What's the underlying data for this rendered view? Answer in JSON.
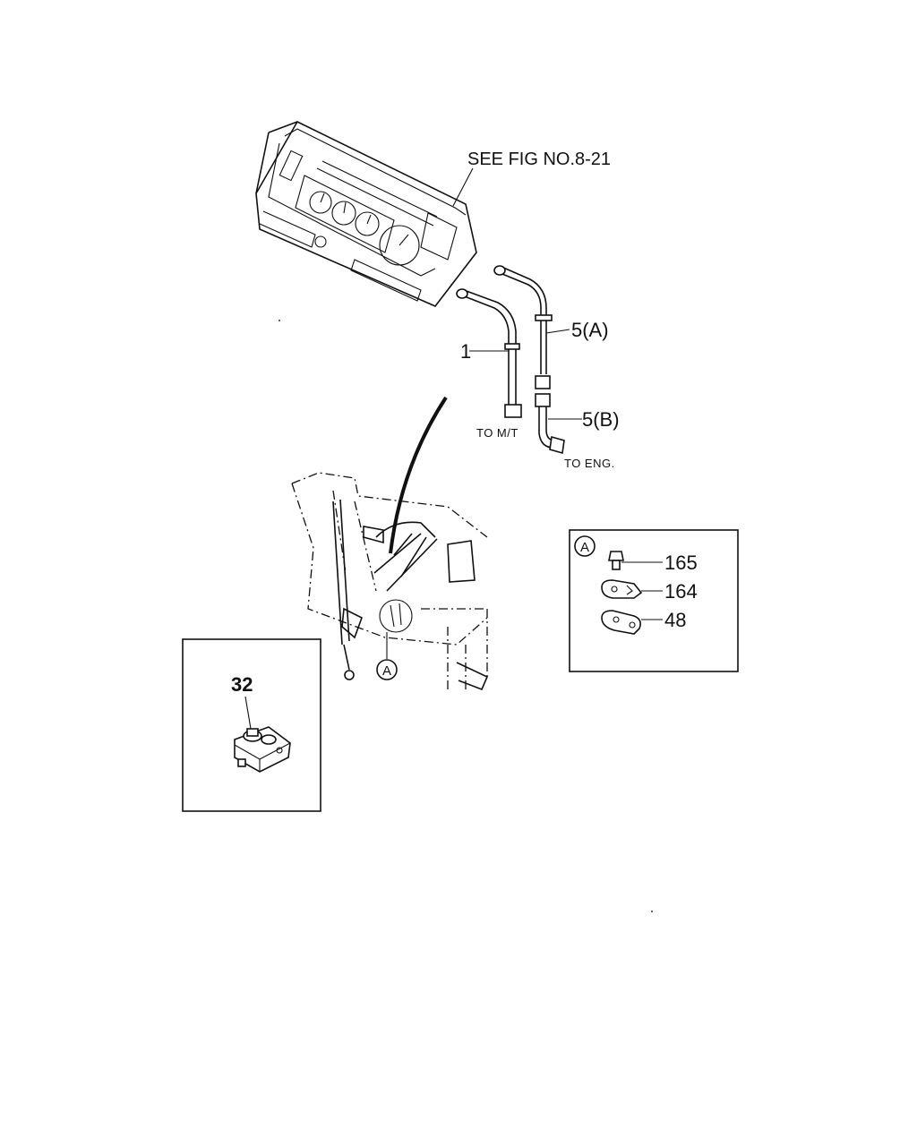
{
  "labels": {
    "see_fig": "SEE FIG NO.8-21",
    "part_1": "1",
    "part_5a": "5(A)",
    "part_5b": "5(B)",
    "to_mt": "TO M/T",
    "to_eng": "TO ENG.",
    "callout_a": "A",
    "detail_a_marker": "A",
    "part_165": "165",
    "part_164": "164",
    "part_48": "48",
    "part_32": "32"
  }
}
